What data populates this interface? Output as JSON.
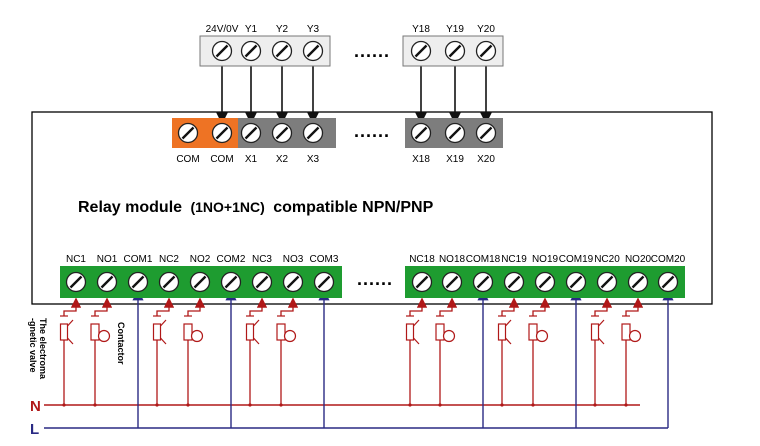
{
  "title": {
    "part1": "Relay module",
    "part2": "(1NO+1NC)",
    "part3": "compatible NPN/PNP"
  },
  "input_block_labels": [
    "24V/0V",
    "Y1",
    "Y2",
    "Y3",
    "Y18",
    "Y19",
    "Y20"
  ],
  "module_input_labels": [
    "COM",
    "COM",
    "X1",
    "X2",
    "X3",
    "X18",
    "X19",
    "X20"
  ],
  "output_labels": [
    "NC1",
    "NO1",
    "COM1",
    "NC2",
    "NO2",
    "COM2",
    "NC3",
    "NO3",
    "COM3",
    "NC18",
    "NO18",
    "COM18",
    "NC19",
    "NO19",
    "COM19",
    "NC20",
    "NO20",
    "COM20"
  ],
  "ellipsis": "......",
  "side_labels": {
    "valve_line1": "The electroma",
    "valve_line2": "-gnetic valve",
    "contactor": "Contactor"
  },
  "lines": {
    "n": "N",
    "l": "L"
  },
  "colors": {
    "green": "#1e9c30",
    "orange": "#ee7324",
    "grey": "#7d7d7d",
    "n_line": "#b01818",
    "l_line": "#2a2a84"
  }
}
